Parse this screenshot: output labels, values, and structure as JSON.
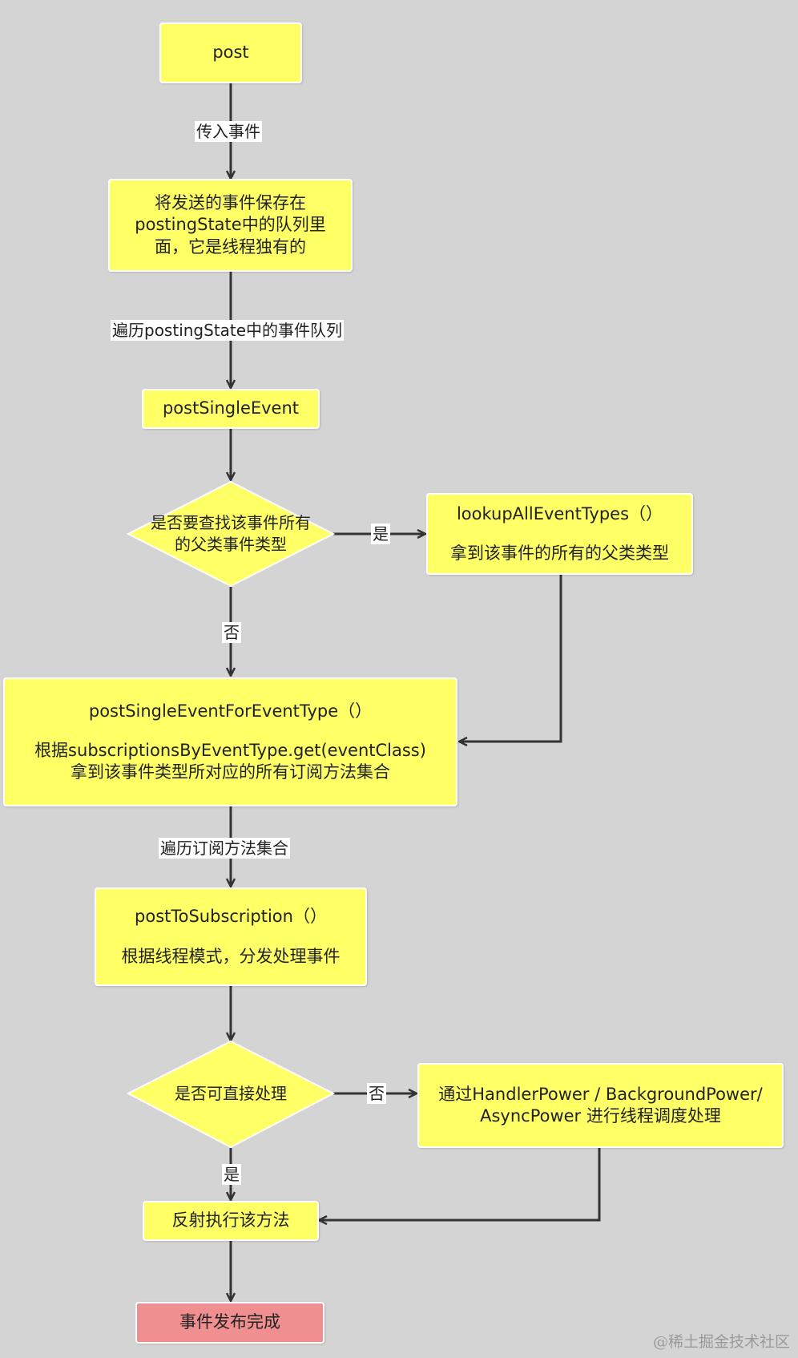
{
  "nodes": {
    "post": "post",
    "save_queue": [
      "将发送的事件保存在",
      "postingState中的队列里",
      "面，它是线程独有的"
    ],
    "post_single_event": "postSingleEvent",
    "lookup_decision": [
      "是否要查找该事件所有",
      "的父类事件类型"
    ],
    "lookup_all_event_types": {
      "title": "lookupAllEventTypes（）",
      "desc": "拿到该事件的所有的父类类型"
    },
    "post_single_event_for_type": {
      "title": "postSingleEventForEventType（）",
      "desc1": "根据subscriptionsByEventType.get(eventClass)",
      "desc2": "拿到该事件类型所对应的所有订阅方法集合"
    },
    "post_to_subscription": {
      "title": "postToSubscription（）",
      "desc": "根据线程模式，分发处理事件"
    },
    "direct_decision": "是否可直接处理",
    "thread_dispatch": [
      "通过HandlerPower / BackgroundPower/",
      "AsyncPower 进行线程调度处理"
    ],
    "invoke": "反射执行该方法",
    "done": "事件发布完成"
  },
  "edges": {
    "pass_event": "传入事件",
    "iterate_queue": "遍历postingState中的事件队列",
    "yes1": "是",
    "no1": "否",
    "iterate_methods": "遍历订阅方法集合",
    "no2": "否",
    "yes2": "是"
  },
  "watermark": "@稀土掘金技术社区",
  "colors": {
    "background": "#d4d4d4",
    "process_fill": "#ffff66",
    "end_fill": "#f08f8f",
    "arrow": "#333333"
  }
}
